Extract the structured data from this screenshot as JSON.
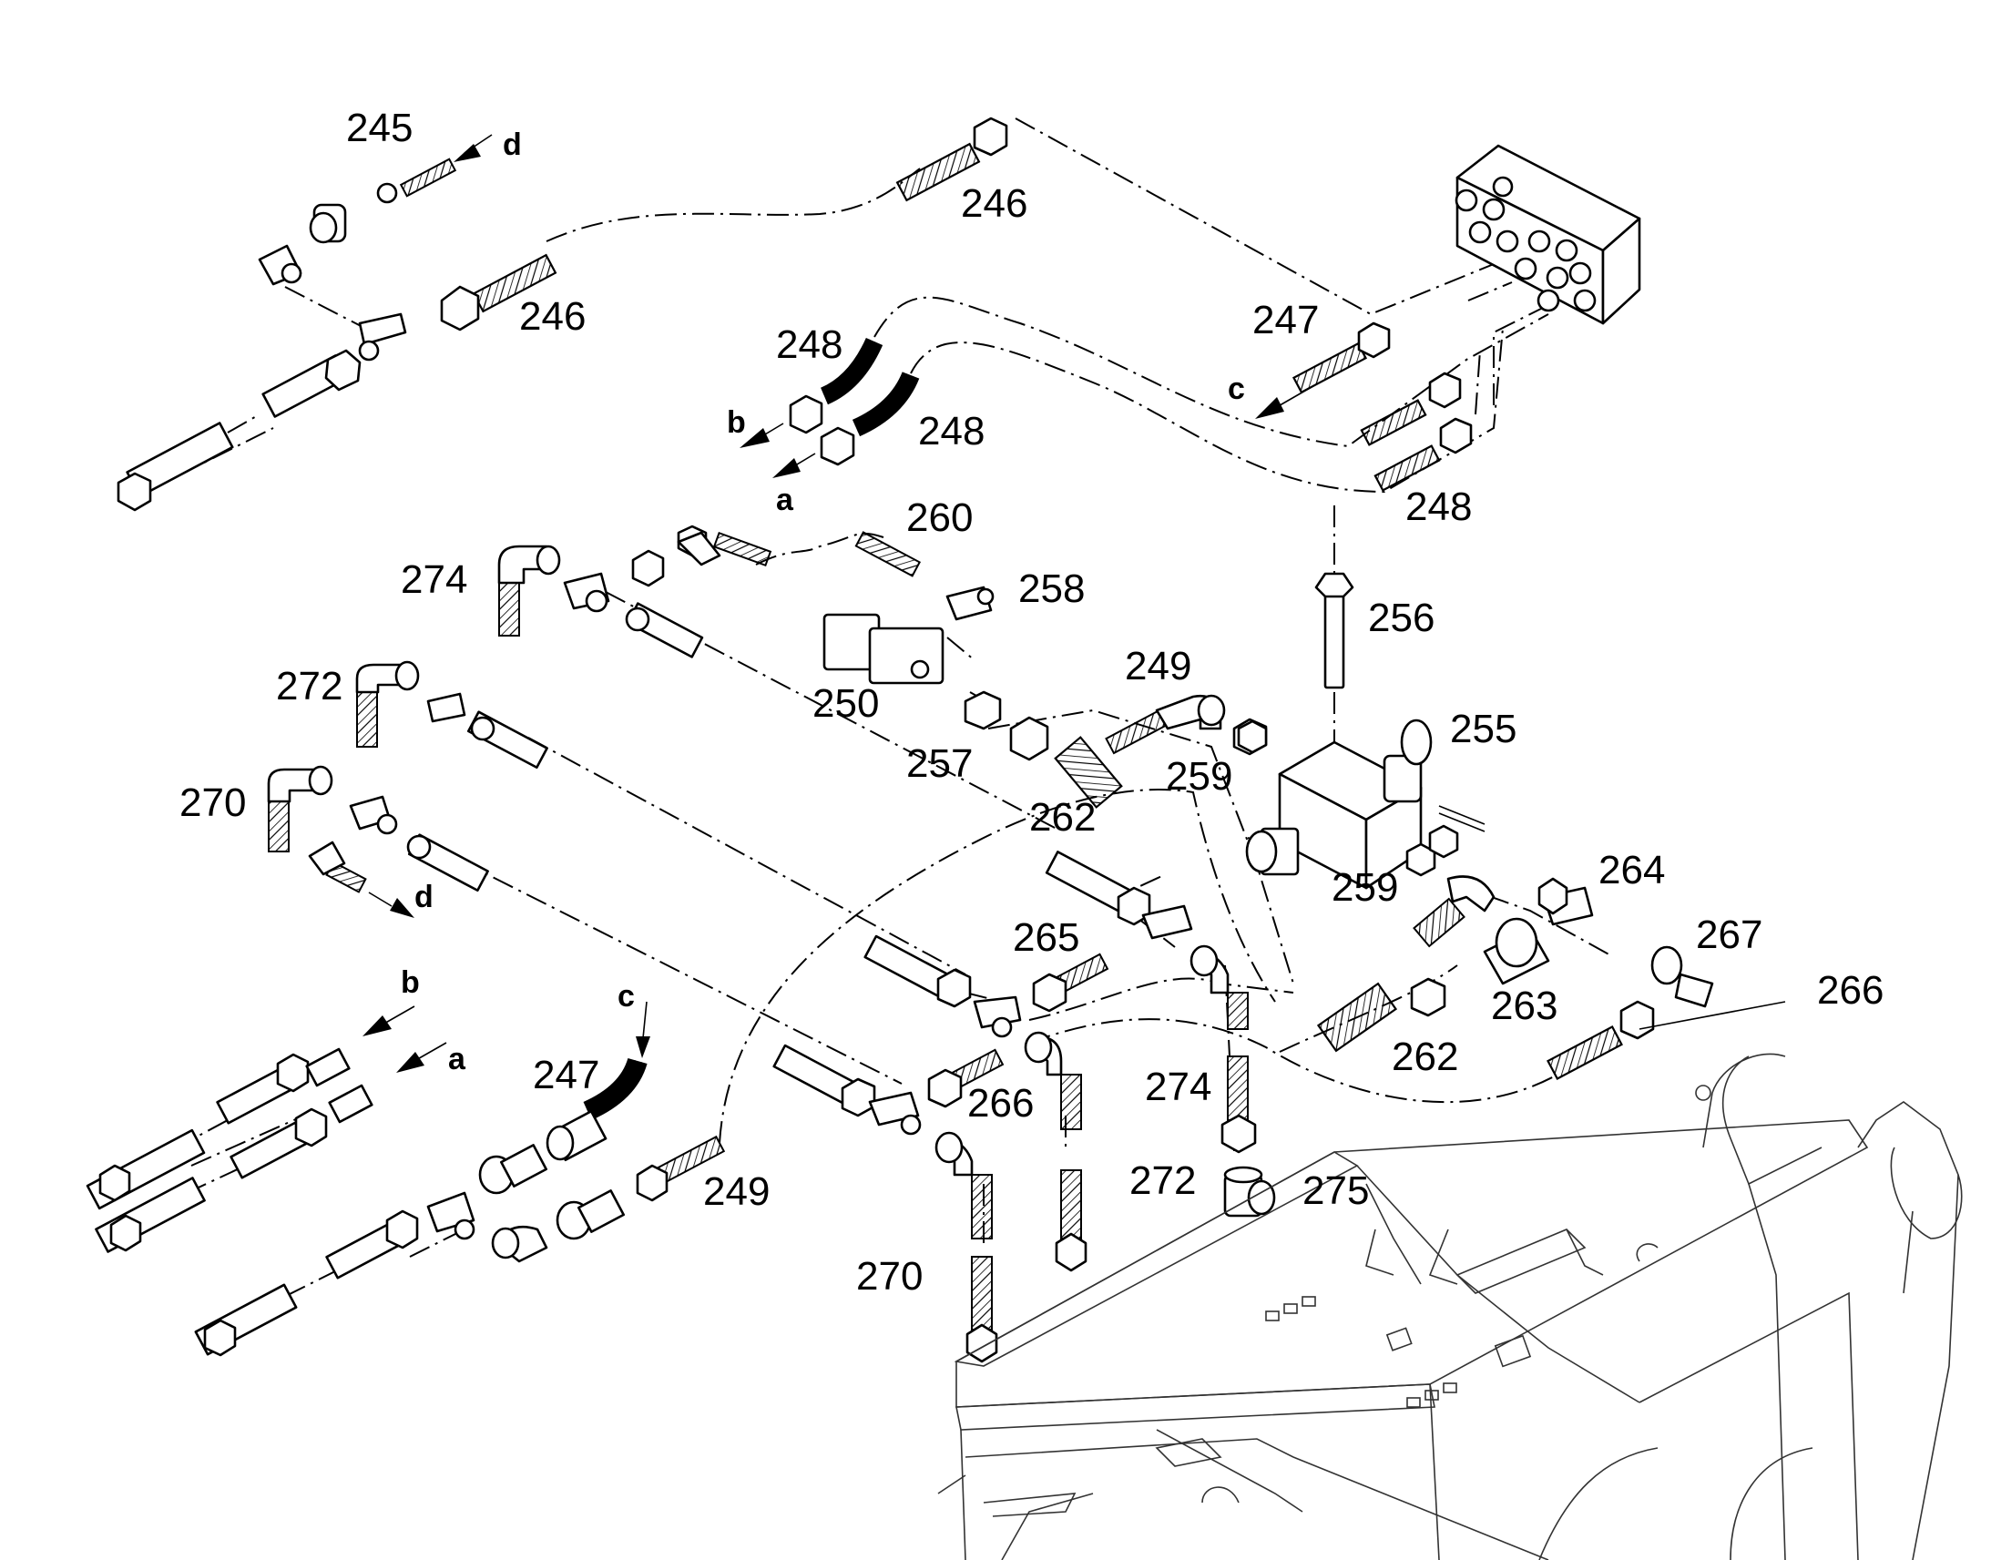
{
  "labels": {
    "p245": "245",
    "p246a": "246",
    "p246b": "246",
    "p247a": "247",
    "p247b": "247",
    "p248a": "248",
    "p248b": "248",
    "p248c": "248",
    "p249a": "249",
    "p249b": "249",
    "p250": "250",
    "p255": "255",
    "p256": "256",
    "p257": "257",
    "p258": "258",
    "p259a": "259",
    "p259b": "259",
    "p260": "260",
    "p262a": "262",
    "p262b": "262",
    "p263": "263",
    "p264": "264",
    "p265": "265",
    "p266a": "266",
    "p266b": "266",
    "p267": "267",
    "p270a": "270",
    "p270b": "270",
    "p272a": "272",
    "p272b": "272",
    "p274a": "274",
    "p274b": "274",
    "p275": "275"
  },
  "connectors": {
    "d1": "d",
    "d2": "d",
    "c1": "c",
    "c2": "c",
    "b1": "b",
    "b2": "b",
    "a1": "a",
    "a2": "a"
  }
}
